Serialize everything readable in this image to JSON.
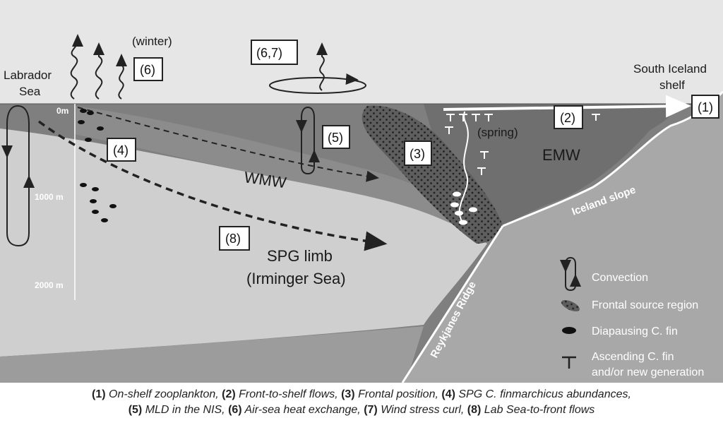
{
  "regions": {
    "labrador_sea": [
      "Labrador",
      "Sea"
    ],
    "south_iceland_shelf": [
      "South Iceland",
      "shelf"
    ],
    "wmw": "WMW",
    "emw": "EMW",
    "spg_limb": [
      "SPG limb",
      "(Irminger Sea)"
    ],
    "iceland_slope": "Iceland slope",
    "reykjanes_ridge": "Reykjanes Ridge",
    "winter": "(winter)",
    "spring": "(spring)"
  },
  "depth_labels": [
    "0m",
    "1000 m",
    "2000 m"
  ],
  "boxes": {
    "b1": "(1)",
    "b2": "(2)",
    "b3": "(3)",
    "b4": "(4)",
    "b5": "(5)",
    "b6": "(6)",
    "b67": "(6,7)",
    "b8": "(8)"
  },
  "legend": {
    "convection": "Convection",
    "frontal_source": "Frontal source region",
    "diapausing": "Diapausing C. fin",
    "ascending": [
      "Ascending C. fin",
      "and/or new generation"
    ]
  },
  "caption": {
    "line1": [
      {
        "n": "(1)",
        "t": " On-shelf zooplankton, "
      },
      {
        "n": "(2)",
        "t": " Front-to-shelf flows, "
      },
      {
        "n": "(3)",
        "t": " Frontal position, "
      },
      {
        "n": "(4)",
        "t": " SPG C. finmarchicus abundances,"
      }
    ],
    "line2": [
      {
        "n": "(5)",
        "t": " MLD in the NIS, "
      },
      {
        "n": "(6)",
        "t": " Air-sea heat exchange, "
      },
      {
        "n": "(7)",
        "t": " Wind stress curl, "
      },
      {
        "n": "(8)",
        "t": " Lab Sea-to-front flows"
      }
    ]
  },
  "colors": {
    "sky": "#e6e6e6",
    "upper_water": "#7d7d7d",
    "spg_water": "#cdcdcd",
    "deep_water": "#9a9a9a",
    "seabed": "#a6a6a6",
    "emw": "#707070",
    "frontal": "#555555"
  }
}
